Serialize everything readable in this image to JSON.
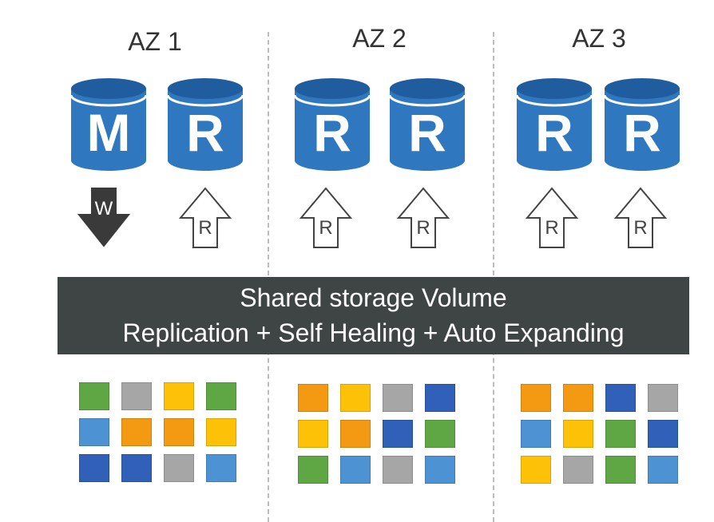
{
  "zones": [
    {
      "title": "AZ 1",
      "instances": [
        {
          "letter": "M"
        },
        {
          "letter": "R"
        }
      ],
      "ops": [
        {
          "letter": "W",
          "direction": "down",
          "style": "filled"
        },
        {
          "letter": "R",
          "direction": "up",
          "style": "outline"
        }
      ],
      "blocks": [
        "green",
        "gray",
        "yellow",
        "green",
        "lightblue",
        "orange",
        "orange",
        "yellow",
        "darkblue",
        "darkblue",
        "gray",
        "lightblue"
      ]
    },
    {
      "title": "AZ 2",
      "instances": [
        {
          "letter": "R"
        },
        {
          "letter": "R"
        }
      ],
      "ops": [
        {
          "letter": "R",
          "direction": "up",
          "style": "outline"
        },
        {
          "letter": "R",
          "direction": "up",
          "style": "outline"
        }
      ],
      "blocks": [
        "orange",
        "yellow",
        "gray",
        "darkblue",
        "yellow",
        "orange",
        "darkblue",
        "green",
        "green",
        "lightblue",
        "gray",
        "lightblue"
      ]
    },
    {
      "title": "AZ 3",
      "instances": [
        {
          "letter": "R"
        },
        {
          "letter": "R"
        }
      ],
      "ops": [
        {
          "letter": "R",
          "direction": "up",
          "style": "outline"
        },
        {
          "letter": "R",
          "direction": "up",
          "style": "outline"
        }
      ],
      "blocks": [
        "orange",
        "orange",
        "darkblue",
        "gray",
        "lightblue",
        "yellow",
        "green",
        "darkblue",
        "yellow",
        "gray",
        "green",
        "lightblue"
      ]
    }
  ],
  "storage": {
    "line1": "Shared storage Volume",
    "line2": "Replication + Self Healing + Auto Expanding"
  },
  "colors": {
    "db_body": "#2f78c0",
    "db_top": "#1f5d9e",
    "db_rim": "#ffffff",
    "banner": "#3f4444",
    "write_arrow": "#3a3a3a",
    "green": "#5fa744",
    "gray": "#a6a6a6",
    "yellow": "#fdc107",
    "lightblue": "#4d93d4",
    "orange": "#f39a12",
    "darkblue": "#3060b8"
  }
}
